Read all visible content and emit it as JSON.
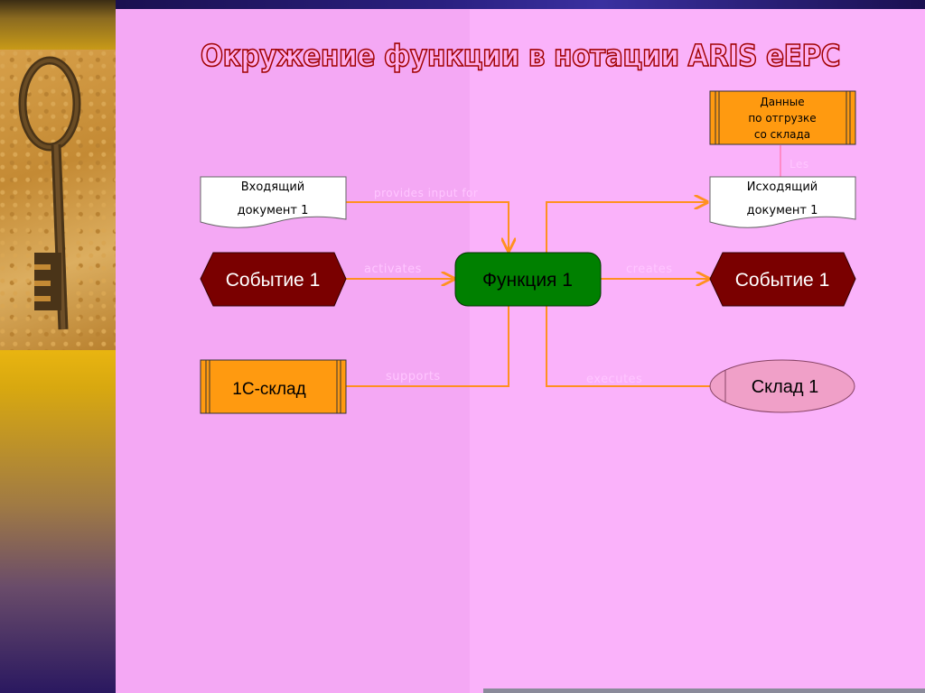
{
  "title": "Окружение функции в нотации ARIS eEPC",
  "diagram": {
    "nodes": {
      "input_doc": {
        "line1": "Входящий",
        "line2": "документ 1"
      },
      "output_doc": {
        "line1": "Исходящий",
        "line2": "документ 1"
      },
      "data_cluster": {
        "line1": "Данные",
        "line2": "по отгрузке",
        "line3": "со склада"
      },
      "event_in": {
        "label": "Событие 1"
      },
      "event_out": {
        "label": "Событие 1"
      },
      "function": {
        "label": "Функция 1"
      },
      "system": {
        "label": "1С-склад"
      },
      "org_unit": {
        "label": "Склад 1"
      }
    },
    "edges": {
      "provides_input": "provides input for",
      "activates": "activates",
      "creates": "creates",
      "supports": "supports",
      "executes": "executes",
      "les": "Les"
    }
  },
  "colors": {
    "background": "#f4a8f4",
    "event": "#7a0000",
    "function": "#008000",
    "system": "#ff9a10",
    "org_unit": "#f0a0c8",
    "edge": "#ff9020",
    "title_outline": "#a00000"
  }
}
